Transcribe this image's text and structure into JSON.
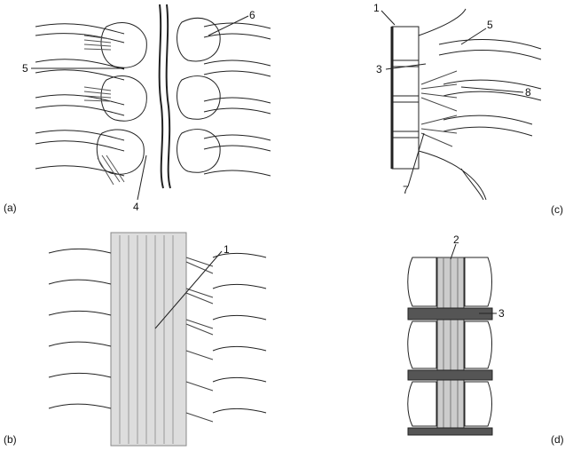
{
  "panels": {
    "a": "(a)",
    "b": "(b)",
    "c": "(c)",
    "d": "(d)"
  },
  "labels": {
    "a": {
      "l6": "6",
      "l5": "5",
      "l4": "4"
    },
    "b": {
      "l1": "1"
    },
    "c": {
      "l1": "1",
      "l5": "5",
      "l3": "3",
      "l8": "8",
      "l7": "7"
    },
    "d": {
      "l2": "2",
      "l3": "3"
    }
  },
  "colors": {
    "line": "#222222",
    "shade": "#bbbbbb"
  }
}
